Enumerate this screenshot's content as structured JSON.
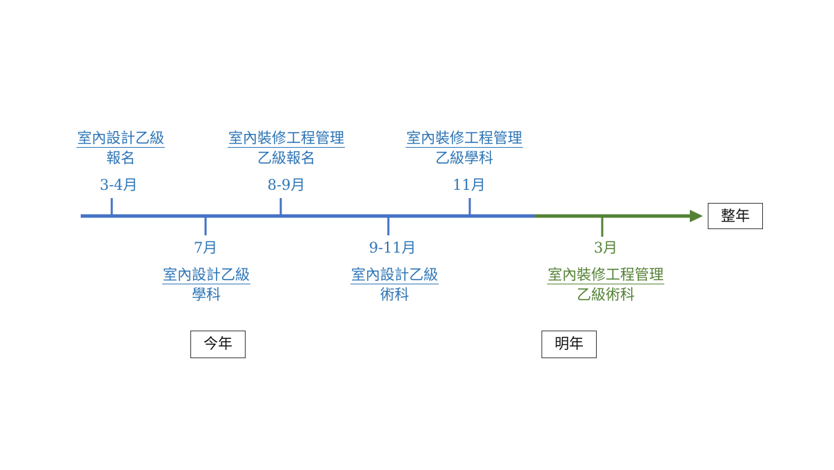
{
  "events": [
    {
      "id": "e1",
      "title": "室內設計乙級",
      "subtitle": "報名",
      "month": "3-4月"
    },
    {
      "id": "e2",
      "title": "室內設計乙級",
      "subtitle": "學科",
      "month": "7月"
    },
    {
      "id": "e3",
      "title": "室內裝修工程管理",
      "subtitle": "乙級報名",
      "month": "8-9月"
    },
    {
      "id": "e4",
      "title": "室內設計乙級",
      "subtitle": "術科",
      "month": "9-11月"
    },
    {
      "id": "e5",
      "title": "室內裝修工程管理",
      "subtitle": "乙級學科",
      "month": "11月"
    },
    {
      "id": "e6",
      "title": "室內裝修工程管理",
      "subtitle": "乙級術科",
      "month": "3月"
    }
  ],
  "periods": {
    "this_year": "今年",
    "next_year": "明年",
    "full_year": "整年"
  },
  "colors": {
    "this_year": "#4472c4",
    "next_year": "#548235",
    "text_blue": "#2e75b6",
    "text_green": "#548235"
  }
}
